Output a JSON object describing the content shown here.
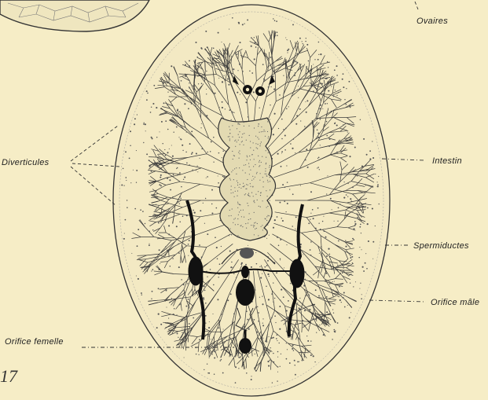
{
  "figure": {
    "plate_number": "17",
    "labels": {
      "ovaries": "Ovaires",
      "diverticula": "Diverticules",
      "intestine": "Intestin",
      "sperm_ducts": "Spermiductes",
      "male_orifice": "Orifice mâle",
      "female_orifice": "Orifice femelle"
    }
  },
  "colors": {
    "paper": "#f6edc6",
    "ink": "#222222",
    "stipple": "#555555"
  }
}
